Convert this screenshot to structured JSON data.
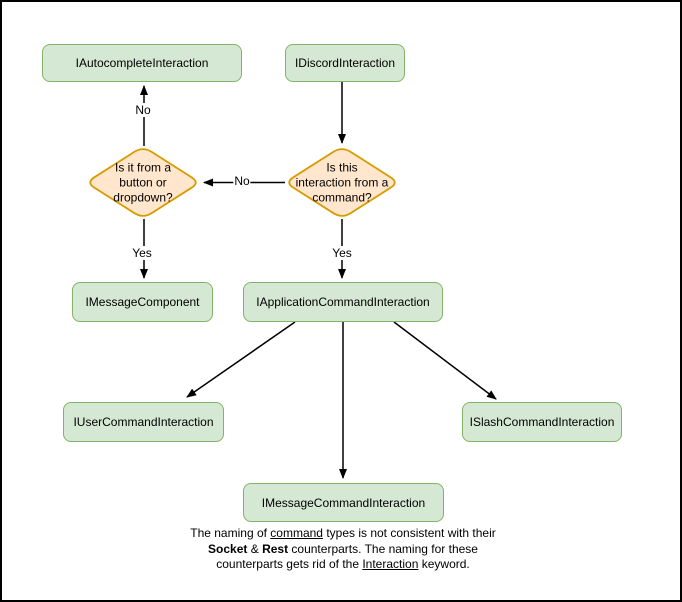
{
  "diagram": {
    "nodes": {
      "autocomplete": "IAutocompleteInteraction",
      "discord": "IDiscordInteraction",
      "message_component": "IMessageComponent",
      "application_command": "IApplicationCommandInteraction",
      "user_command": "IUserCommandInteraction",
      "slash_command": "ISlashCommandInteraction",
      "message_command": "IMessageCommandInteraction"
    },
    "decisions": {
      "button_dropdown": {
        "l1": "Is it from a",
        "l2": "button or",
        "l3": "dropdown?"
      },
      "from_command": {
        "l1": "Is this",
        "l2": "interaction from a",
        "l3": "command?"
      }
    },
    "edge_labels": {
      "no_to_autocomplete": "No",
      "no_to_button_dropdown": "No",
      "yes_to_message_component": "Yes",
      "yes_to_application_command": "Yes"
    },
    "colors": {
      "node_fill": "#d5e8d4",
      "node_border": "#82b366",
      "decision_fill": "#ffe6cc",
      "decision_border": "#d79b00",
      "edge": "#000000"
    },
    "note": {
      "l1": {
        "p1": "The naming of ",
        "p2": "command",
        "p3": " types is not consistent with their"
      },
      "l2": {
        "p1": "Socket",
        "p2": " & ",
        "p3": "Rest",
        "p4": " counterparts. The naming for these"
      },
      "l3": {
        "p1": "counterparts gets rid of the ",
        "p2": "Interaction",
        "p3": " keyword."
      }
    }
  }
}
